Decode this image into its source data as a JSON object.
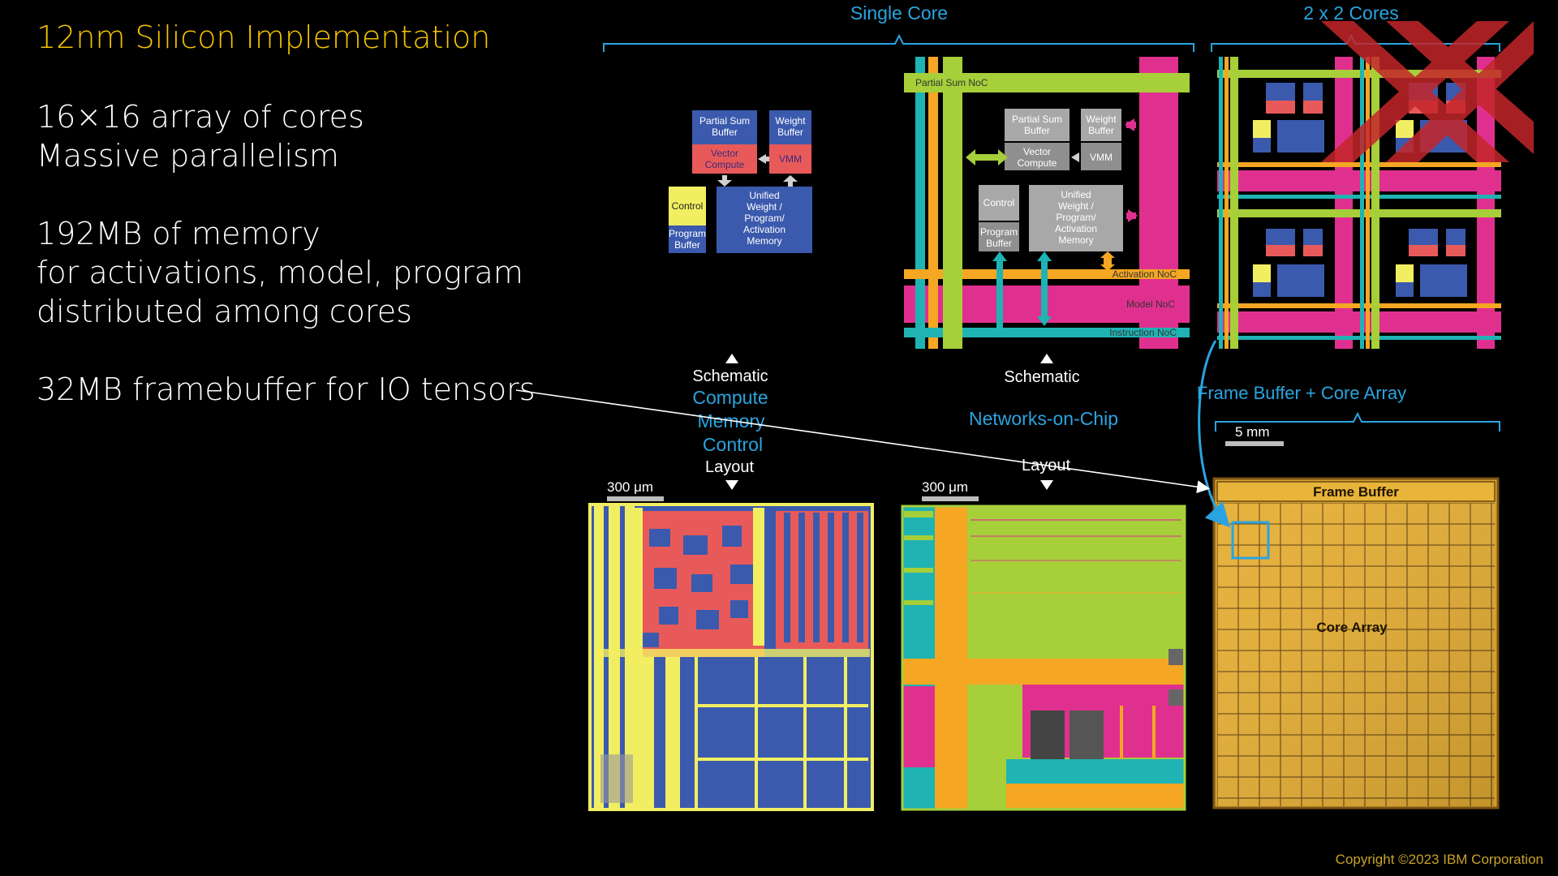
{
  "title": "12nm Silicon Implementation",
  "bullets": {
    "b1": "16×16 array of cores",
    "b2": "Massive parallelism",
    "b3": "192MB of memory",
    "b4": "for activations, model, program",
    "b5": "distributed among cores",
    "b6": "32MB framebuffer for IO tensors"
  },
  "headers": {
    "single_core": "Single Core",
    "cores_2x2": "2 x 2 Cores"
  },
  "schematic1": {
    "partial_sum_1": "Partial Sum",
    "partial_sum_2": "Buffer",
    "weight_1": "Weight",
    "weight_2": "Buffer",
    "vector_1": "Vector",
    "vector_2": "Compute",
    "vmm": "VMM",
    "control": "Control",
    "program_1": "Program",
    "program_2": "Buffer",
    "unified_1": "Unified",
    "unified_2": "Weight /",
    "unified_3": "Program/",
    "unified_4": "Activation",
    "unified_5": "Memory"
  },
  "schematic2": {
    "partial_sum_noc": "Partial Sum NoC",
    "activation_noc": "Activation NoC",
    "model_noc": "Model NoC",
    "instruction_noc": "Instruction NoC"
  },
  "captions": {
    "schematic_a": "Schematic",
    "compute": "Compute",
    "memory": "Memory",
    "control": "Control",
    "layout_a": "Layout",
    "schematic_b": "Schematic",
    "networks": "Networks-on-Chip",
    "layout_b": "Layout",
    "fb_core_array": "Frame Buffer + Core Array"
  },
  "scales": {
    "s1": "300 μm",
    "s2": "300 μm",
    "s3": "5 mm"
  },
  "chip": {
    "frame_buffer": "Frame Buffer",
    "core_array": "Core Array"
  },
  "copyright": "Copyright ©2023 IBM Corporation",
  "colors": {
    "compute_red": "#e85a5a",
    "memory_blue": "#3b5aad",
    "control_yellow": "#f2ee62",
    "noc_green": "#a6cf3a",
    "noc_magenta": "#e0308f",
    "noc_orange": "#f5a623",
    "noc_teal": "#1fb3b3",
    "accent_cyan": "#2aa4e0",
    "gold": "#e8b43a"
  }
}
